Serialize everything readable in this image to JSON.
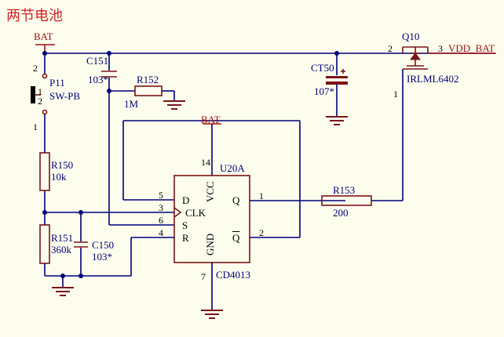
{
  "title": "两节电池",
  "nets": {
    "bat_top": "BAT",
    "bat_mid": "BAT",
    "vdd_bat": "VDD_BAT"
  },
  "components": {
    "c151": {
      "ref": "C151",
      "value": "103*"
    },
    "r152": {
      "ref": "R152",
      "value": "1M"
    },
    "ct50": {
      "ref": "CT50",
      "value": "107*"
    },
    "q10": {
      "ref": "Q10",
      "part": "IRLML6402",
      "pin2": "2",
      "pin3": "3",
      "pin1": "1"
    },
    "p11": {
      "ref": "P11",
      "part": "SW-PB",
      "pin2": "2",
      "pin1": "1",
      "side_pin1": "1",
      "side_pin2": "2"
    },
    "r150": {
      "ref": "R150",
      "value": "10k"
    },
    "r151": {
      "ref": "R151",
      "value": "360k"
    },
    "c150": {
      "ref": "C150",
      "value": "103*"
    },
    "r153": {
      "ref": "R153",
      "value": "200"
    },
    "u20a": {
      "ref": "U20A",
      "part": "CD4013",
      "pins": {
        "d": {
          "num": "5",
          "name": "D"
        },
        "clk": {
          "num": "3",
          "name": "CLK"
        },
        "s": {
          "num": "6",
          "name": "S"
        },
        "r": {
          "num": "4",
          "name": "R"
        },
        "q": {
          "num": "1",
          "name": "Q"
        },
        "qbar": {
          "num": "2",
          "name": "Q"
        },
        "vcc": {
          "num": "14",
          "name": "VCC"
        },
        "gnd": {
          "num": "7",
          "name": "GND"
        }
      }
    }
  }
}
